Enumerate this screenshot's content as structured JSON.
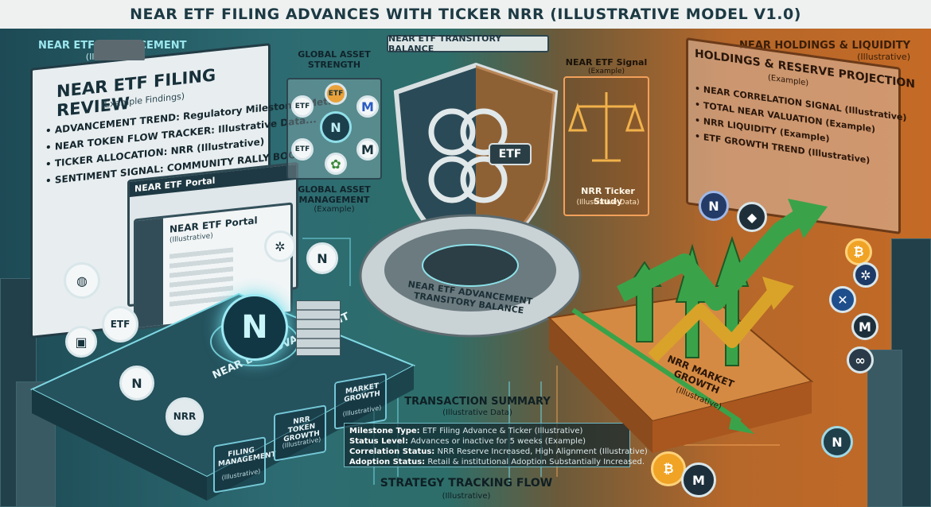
{
  "title": "NEAR ETF FILING ADVANCES WITH TICKER NRR (ILLUSTRATIVE MODEL V1.0)",
  "left": {
    "header": "NEAR ETF ADVANCEMENT",
    "header_sub": "(Illustrative)",
    "review_title": "NEAR ETF FILING REVIEW",
    "review_sub": "(Example Findings)",
    "bullets": [
      "• ADVANCEMENT TREND: Regulatory Milestones Met.",
      "• NEAR TOKEN FLOW TRACKER: Illustrative Data...",
      "• TICKER ALLOCATION: NRR (Illustrative)",
      "• SENTIMENT SIGNAL: COMMUNITY RALLY BOOST"
    ],
    "screen_tab": "NEAR ETF Portal",
    "portal_title": "NEAR ETF Portal",
    "portal_sub": "(Illustrative)",
    "platform_label": "NEAR ETF ADVANCEMENT",
    "coins": [
      "ETF",
      "NRR"
    ],
    "blocks": [
      {
        "title": "FILING MANAGEMENT",
        "sub": "(Illustrative)"
      },
      {
        "title": "NRR TOKEN GROWTH",
        "sub": "(Illustrative)"
      },
      {
        "title": "MARKET GROWTH",
        "sub": "(Illustrative)"
      }
    ]
  },
  "center": {
    "banner": "NEAR ETF TRANSITORY BALANCE",
    "strength_title": "GLOBAL ASSET STRENGTH",
    "hub_icons": [
      "ETF",
      "ETF",
      "ETF"
    ],
    "mgmt_title": "GLOBAL ASSET MANAGEMENT",
    "mgmt_sub": "(Example)",
    "shield_badge": "ETF",
    "gear_line1": "NEAR ETF ADVANCEMENT",
    "gear_line2": "TRANSITORY BALANCE",
    "signal_title": "NEAR ETF Signal",
    "signal_sub": "(Example)",
    "ticker_title": "NRR Ticker Study",
    "ticker_sub": "(Illustrative Data)",
    "summary_title": "TRANSACTION SUMMARY",
    "summary_sub": "(Illustrative Data)",
    "summary_rows": [
      {
        "k": "Milestone Type:",
        "v": "ETF Filing Advance & Ticker (Illustrative)"
      },
      {
        "k": "Status Level:",
        "v": "Advances or inactive for 5 weeks (Example)"
      },
      {
        "k": "Correlation Status:",
        "v": "NRR Reserve Increased, High Alignment (Illustrative)"
      },
      {
        "k": "Adoption Status:",
        "v": "Retail & institutional Adoption Substantially Increased."
      }
    ],
    "flow_title": "STRATEGY TRACKING FLOW",
    "flow_sub": "(Illustrative)"
  },
  "right": {
    "header": "NEAR HOLDINGS & LIQUIDITY",
    "header_sub": "(Illustrative)",
    "proj_title": "HOLDINGS & RESERVE PROJECTION",
    "proj_sub": "(Example)",
    "proj_items": [
      "• NEAR CORRELATION SIGNAL (Illustrative)",
      "• TOTAL NEAR VALUATION (Example)",
      "• NRR LIQUIDITY (Example)",
      "• ETF GROWTH TREND (Illustrative)"
    ],
    "market_label": "NRR MARKET GROWTH",
    "market_sub": "(Illustrative)"
  },
  "colors": {
    "teal": "#2d6b72",
    "orange": "#c46a26",
    "green": "#3aa34a",
    "gold": "#d9a32a"
  }
}
